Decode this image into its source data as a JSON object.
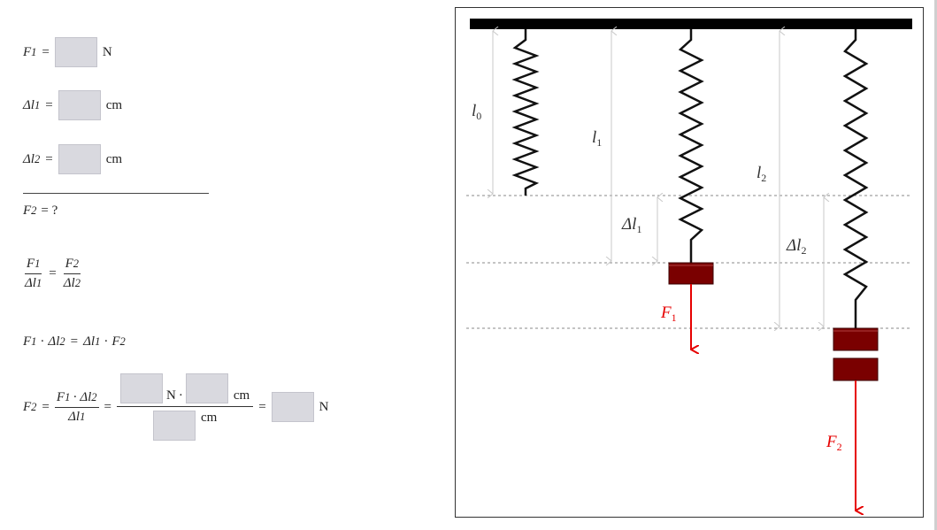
{
  "given": {
    "f1_symbol": "F",
    "f1_sub": "1",
    "f1_unit": "N",
    "dl1_symbol": "Δl",
    "dl1_sub": "1",
    "dl1_unit": "cm",
    "dl2_symbol": "Δl",
    "dl2_sub": "2",
    "dl2_unit": "cm",
    "eq": "="
  },
  "unknown": {
    "symbol": "F",
    "sub": "2",
    "text": "= ?"
  },
  "proportion": {
    "f1": "F",
    "f1_sub": "1",
    "dl1": "Δl",
    "dl1_sub": "1",
    "f2": "F",
    "f2_sub": "2",
    "dl2": "Δl",
    "dl2_sub": "2",
    "eq": "="
  },
  "cross": {
    "f1": "F",
    "f1_sub": "1",
    "dot": "·",
    "dl2": "Δl",
    "dl2_sub": "2",
    "eq": "=",
    "dl1": "Δl",
    "dl1_sub": "1",
    "f2": "F",
    "f2_sub": "2"
  },
  "result": {
    "f2": "F",
    "f2_sub": "2",
    "eq": "=",
    "num_f1": "F",
    "num_f1_sub": "1",
    "dot": "·",
    "num_dl2": "Δl",
    "num_dl2_sub": "2",
    "den_dl1": "Δl",
    "den_dl1_sub": "1",
    "unit_n": "N",
    "unit_cm_num": "cm",
    "unit_cm_den": "cm",
    "unit_final": "N"
  },
  "diagram": {
    "labels": {
      "l0": "l",
      "l0_sub": "0",
      "l1": "l",
      "l1_sub": "1",
      "l2": "l",
      "l2_sub": "2",
      "dl1": "Δl",
      "dl1_sub": "1",
      "dl2": "Δl",
      "dl2_sub": "2",
      "f1": "F",
      "f1_sub": "1",
      "f2": "F",
      "f2_sub": "2"
    },
    "colors": {
      "ceiling": "#000000",
      "spring": "#111111",
      "mass_fill": "#7a0000",
      "mass_stroke": "#3a0000",
      "force": "#e60000",
      "dimension": "#c8c8c8",
      "guide": "#888888"
    }
  }
}
